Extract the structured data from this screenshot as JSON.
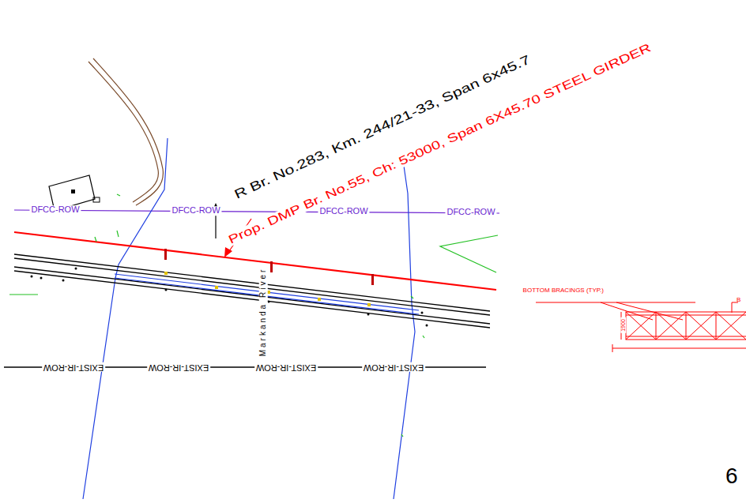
{
  "diagram": {
    "labels": [
      "R Br. No.283, Km. 244/21-33, Span 6x45.7",
      "Prop. DMP Br. No.55, Ch: 53000, Span 6X45.70 STEEL GIRDER",
      "DFCC-ROW",
      "DFCC-ROW",
      "DFCC-ROW",
      "DFCC-ROW",
      "Markanda River",
      "EXIST-IR-ROW",
      "EXIST-IR-ROW",
      "EXIST-IR-ROW",
      "EXIST-IR-ROW",
      "BOTTOM BRACINGS (TYP.)",
      "B",
      "1900",
      "6"
    ]
  }
}
